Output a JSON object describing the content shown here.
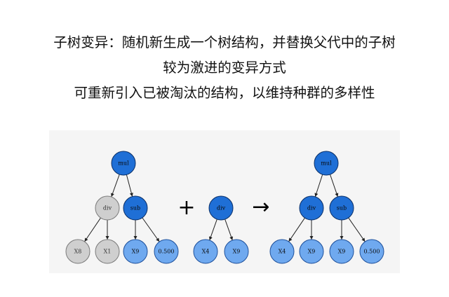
{
  "caption": {
    "line1": "子树变异：随机新生成一个树结构，并替换父代中的子树",
    "line2": "较为激进的变异方式",
    "line3": "可重新引入已被淘汰的结构，以维持种群的多样性"
  },
  "figure": {
    "plus_symbol": "+",
    "arrow_symbol": "→",
    "colors": {
      "new_node": "#1f6fd6",
      "new_stroke": "#0b2f66",
      "old_node": "#cfcfcf",
      "old_stroke": "#7a7a7a",
      "leaf_node": "#6fa9ef",
      "leaf_stroke": "#1d4f9a",
      "edge": "#222222"
    },
    "original_tree": {
      "nodes": [
        {
          "id": "t1_mul",
          "label": "mul",
          "kind": "new"
        },
        {
          "id": "t1_div",
          "label": "div",
          "kind": "old"
        },
        {
          "id": "t1_sub",
          "label": "sub",
          "kind": "new"
        },
        {
          "id": "t1_x8",
          "label": "X8",
          "kind": "old"
        },
        {
          "id": "t1_x1",
          "label": "X1",
          "kind": "old"
        },
        {
          "id": "t1_x9",
          "label": "X9",
          "kind": "leaf"
        },
        {
          "id": "t1_c",
          "label": "0.500",
          "kind": "leaf"
        }
      ],
      "edges": [
        [
          "t1_mul",
          "t1_div"
        ],
        [
          "t1_mul",
          "t1_sub"
        ],
        [
          "t1_div",
          "t1_x8"
        ],
        [
          "t1_div",
          "t1_x1"
        ],
        [
          "t1_sub",
          "t1_x9"
        ],
        [
          "t1_sub",
          "t1_c"
        ]
      ]
    },
    "new_subtree": {
      "nodes": [
        {
          "id": "t2_div",
          "label": "div",
          "kind": "new"
        },
        {
          "id": "t2_x4",
          "label": "X4",
          "kind": "leaf"
        },
        {
          "id": "t2_x9",
          "label": "X9",
          "kind": "leaf"
        }
      ],
      "edges": [
        [
          "t2_div",
          "t2_x4"
        ],
        [
          "t2_div",
          "t2_x9"
        ]
      ]
    },
    "result_tree": {
      "nodes": [
        {
          "id": "t3_mul",
          "label": "mul",
          "kind": "new"
        },
        {
          "id": "t3_div",
          "label": "div",
          "kind": "new"
        },
        {
          "id": "t3_sub",
          "label": "sub",
          "kind": "new"
        },
        {
          "id": "t3_x4",
          "label": "X4",
          "kind": "leaf"
        },
        {
          "id": "t3_x9a",
          "label": "X9",
          "kind": "leaf"
        },
        {
          "id": "t3_x9b",
          "label": "X9",
          "kind": "leaf"
        },
        {
          "id": "t3_c",
          "label": "0.500",
          "kind": "leaf"
        }
      ],
      "edges": [
        [
          "t3_mul",
          "t3_div"
        ],
        [
          "t3_mul",
          "t3_sub"
        ],
        [
          "t3_div",
          "t3_x4"
        ],
        [
          "t3_div",
          "t3_x9a"
        ],
        [
          "t3_sub",
          "t3_x9b"
        ],
        [
          "t3_sub",
          "t3_c"
        ]
      ]
    }
  }
}
